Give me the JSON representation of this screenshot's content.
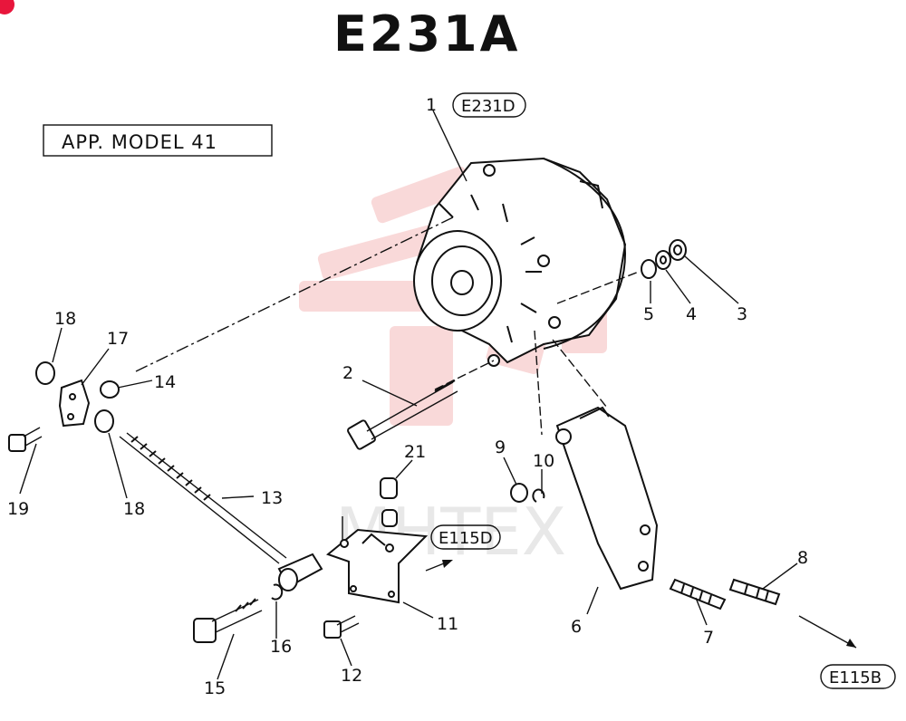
{
  "title": "E231A",
  "model_label": "APP. MODEL 41",
  "references": {
    "alternator_ref": "E231D",
    "bracket_ref": "E115D",
    "stud_ref": "E115B"
  },
  "parts": {
    "p1": "1",
    "p2": "2",
    "p3": "3",
    "p4": "4",
    "p5": "5",
    "p6": "6",
    "p7": "7",
    "p8": "8",
    "p9": "9",
    "p10": "10",
    "p11": "11",
    "p12": "12",
    "p13": "13",
    "p14": "14",
    "p15": "15",
    "p16": "16",
    "p17": "17",
    "p18a": "18",
    "p18b": "18",
    "p19": "19",
    "p21": "21"
  },
  "watermark": "MHTEX",
  "colors": {
    "ink": "#111111",
    "watermark": "#f4b9b9",
    "badge": "#e8163c"
  }
}
